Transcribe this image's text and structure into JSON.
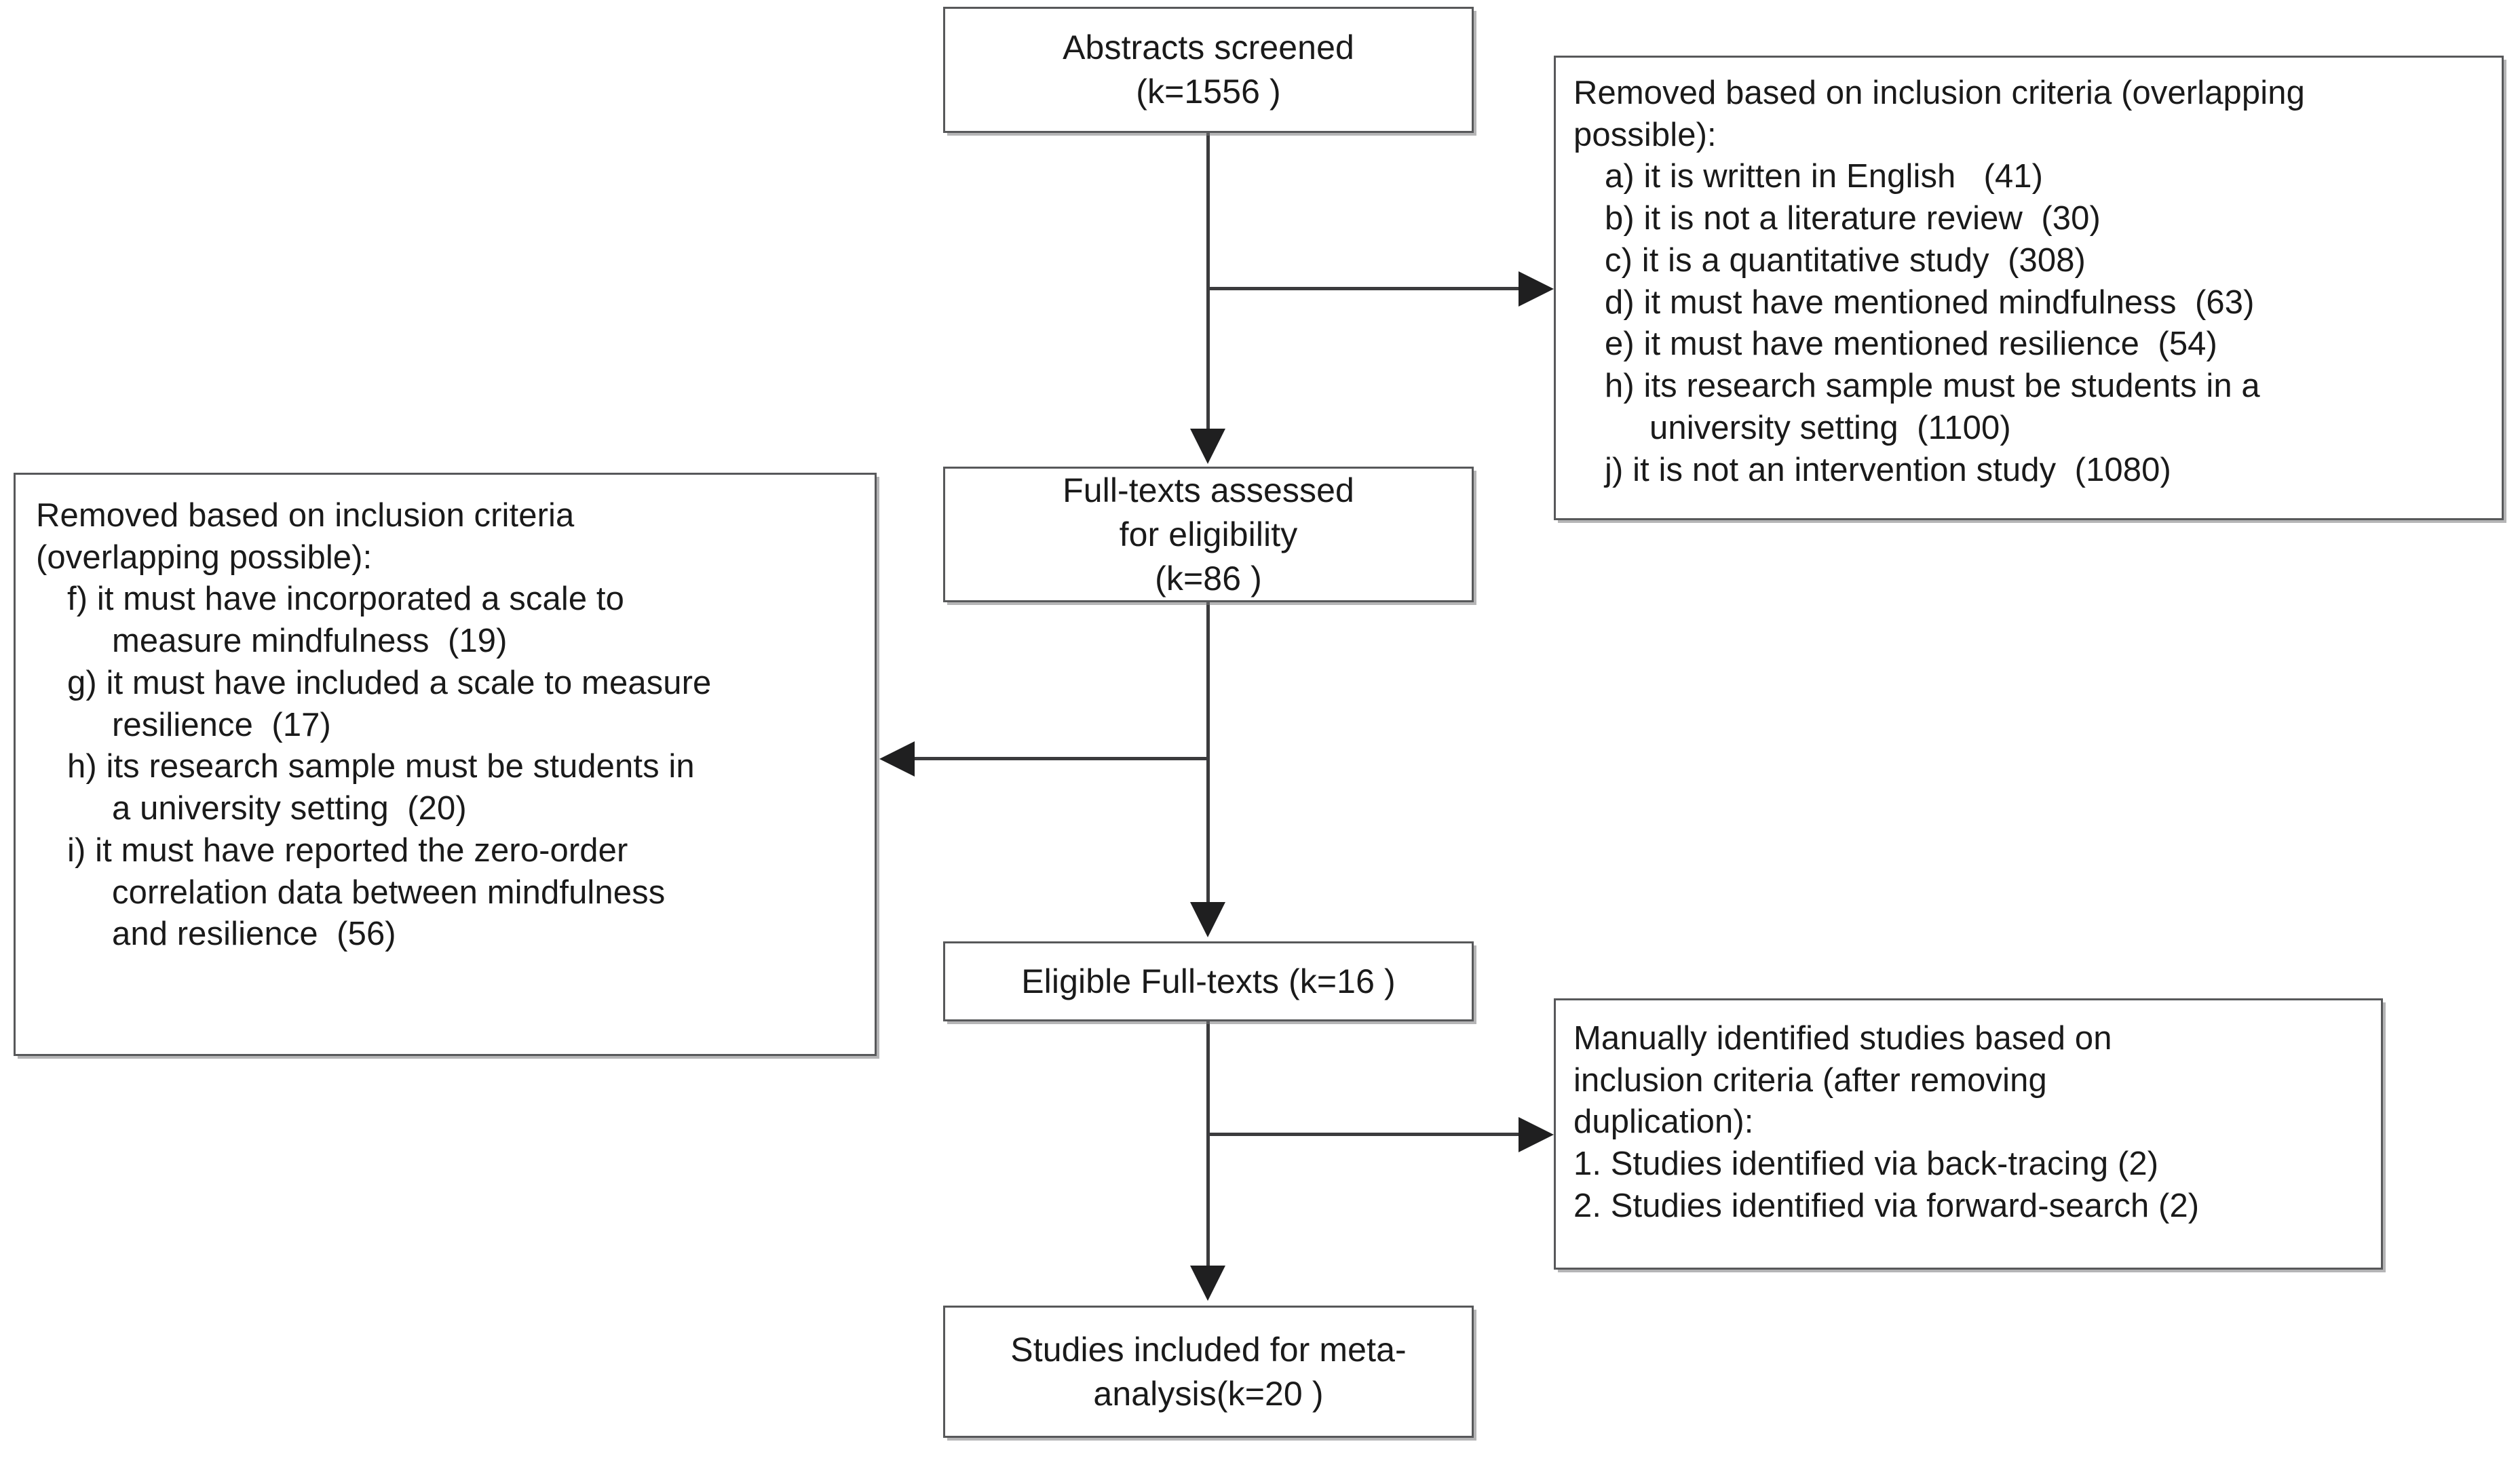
{
  "diagram": {
    "title": "PRISMA study selection flow diagram",
    "type": "flowchart",
    "line_color": "#3b3b3d",
    "box_border_color": "#57585a",
    "background": "#ffffff"
  },
  "nodes": {
    "abstracts_screened": {
      "name": "Abstracts screened",
      "lines": [
        "Abstracts screened",
        "(k=1556 )"
      ],
      "k": 1556
    },
    "full_texts_assessed": {
      "name": "Full-texts assessed for eligibility",
      "lines": [
        "Full-texts assessed",
        "for eligibility",
        "(k=86 )"
      ],
      "k": 86
    },
    "eligible_full_texts": {
      "name": "Eligible Full-texts",
      "lines": [
        "Eligible Full-texts (k=16 )"
      ],
      "k": 16
    },
    "studies_included": {
      "name": "Studies included for meta-analysis",
      "lines": [
        "Studies included for meta-",
        "analysis(k=20 )"
      ],
      "k": 20
    },
    "removed_abstract_stage": {
      "name": "Removed based on inclusion criteria (abstract stage)",
      "heading": [
        "Removed based on inclusion criteria (overlapping",
        "possible):"
      ],
      "items": [
        {
          "label": "a)",
          "text": "it is written in English   (41)",
          "count": 41,
          "indent": 1
        },
        {
          "label": "b)",
          "text": "it is not a literature review  (30)",
          "count": 30,
          "indent": 1
        },
        {
          "label": "c)",
          "text": "it is a quantitative study  (308)",
          "count": 308,
          "indent": 1
        },
        {
          "label": "d)",
          "text": "it must have mentioned mindfulness  (63)",
          "count": 63,
          "indent": 1
        },
        {
          "label": "e)",
          "text": "it must have mentioned resilience  (54)",
          "count": 54,
          "indent": 1
        },
        {
          "label": "h)",
          "text": "its research sample must be students in a",
          "count": 1100,
          "indent": 1
        },
        {
          "label": "",
          "text": "university setting  (1100)",
          "indent": 2
        },
        {
          "label": "j)",
          "text": "it is not an intervention study  (1080)",
          "count": 1080,
          "indent": 1
        }
      ],
      "flat_lines": [
        "Removed based on inclusion criteria (overlapping",
        "possible):",
        "a) it is written in English   (41)",
        "b) it is not a literature review  (30)",
        "c) it is a quantitative study  (308)",
        "d) it must have mentioned mindfulness  (63)",
        "e) it must have mentioned resilience  (54)",
        "h) its research sample must be students in a",
        "university setting  (1100)",
        "j) it is not an intervention study  (1080)"
      ]
    },
    "removed_fulltext_stage": {
      "name": "Removed based on inclusion criteria (full-text stage)",
      "heading": [
        "Removed based on inclusion criteria",
        "(overlapping possible):"
      ],
      "items": [
        {
          "label": "f)",
          "text": "it must have incorporated a scale to",
          "indent": 1
        },
        {
          "label": "",
          "text": "measure mindfulness  (19)",
          "count": 19,
          "indent": 2
        },
        {
          "label": "g)",
          "text": "it must have included a scale to measure",
          "indent": 1
        },
        {
          "label": "",
          "text": "resilience  (17)",
          "count": 17,
          "indent": 2
        },
        {
          "label": "h)",
          "text": "its research sample must be students in",
          "indent": 1
        },
        {
          "label": "",
          "text": "a university setting  (20)",
          "count": 20,
          "indent": 2
        },
        {
          "label": "i)",
          "text": "it must have reported the zero-order",
          "indent": 1
        },
        {
          "label": "",
          "text": "correlation data between mindfulness",
          "indent": 2
        },
        {
          "label": "",
          "text": "and resilience  (56)",
          "count": 56,
          "indent": 2
        }
      ],
      "flat_lines": [
        "Removed based on inclusion criteria",
        "(overlapping possible):",
        "f) it must have incorporated a scale to",
        "measure mindfulness  (19)",
        "g) it must have included a scale to measure",
        "resilience  (17)",
        "h) its research sample must be students in",
        "a university setting  (20)",
        "i) it must have reported the zero-order",
        "correlation data between mindfulness",
        "and resilience  (56)"
      ]
    },
    "manually_identified": {
      "name": "Manually identified studies",
      "heading": [
        "Manually identified studies based on",
        "inclusion criteria (after removing",
        "duplication):"
      ],
      "items": [
        {
          "label": "1.",
          "text": "Studies identified via back-tracing (2)",
          "count": 2
        },
        {
          "label": "2.",
          "text": "Studies identified via forward-search (2)",
          "count": 2
        }
      ],
      "flat_lines": [
        "Manually identified studies based on",
        "inclusion criteria (after removing",
        "duplication):",
        "1. Studies identified via back-tracing (2)",
        "2. Studies identified via forward-search (2)"
      ]
    }
  },
  "edges": [
    {
      "from": "abstracts_screened",
      "to": "removed_abstract_stage",
      "direction": "right"
    },
    {
      "from": "abstracts_screened",
      "to": "full_texts_assessed",
      "direction": "down"
    },
    {
      "from": "full_texts_assessed",
      "to": "removed_fulltext_stage",
      "direction": "left"
    },
    {
      "from": "full_texts_assessed",
      "to": "eligible_full_texts",
      "direction": "down"
    },
    {
      "from": "eligible_full_texts",
      "to": "manually_identified",
      "direction": "right"
    },
    {
      "from": "eligible_full_texts",
      "to": "studies_included",
      "direction": "down"
    }
  ]
}
